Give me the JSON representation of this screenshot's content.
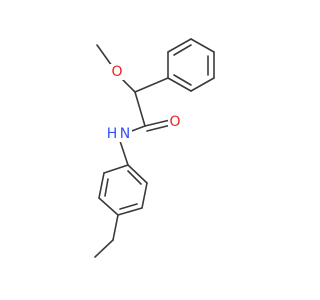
{
  "molecule": {
    "colors": {
      "bond": "#3a3a3a",
      "oxygen": "#e8231f",
      "nitrogen": "#3050f8"
    },
    "atoms": {
      "methoxy_oxygen": {
        "label": "O",
        "element": "oxygen"
      },
      "carbonyl_oxygen": {
        "label": "O",
        "element": "oxygen"
      },
      "amide_nitrogen": {
        "label": "N",
        "element": "nitrogen"
      },
      "amide_hydrogen": {
        "label": "H",
        "element": "nitrogen"
      }
    }
  }
}
